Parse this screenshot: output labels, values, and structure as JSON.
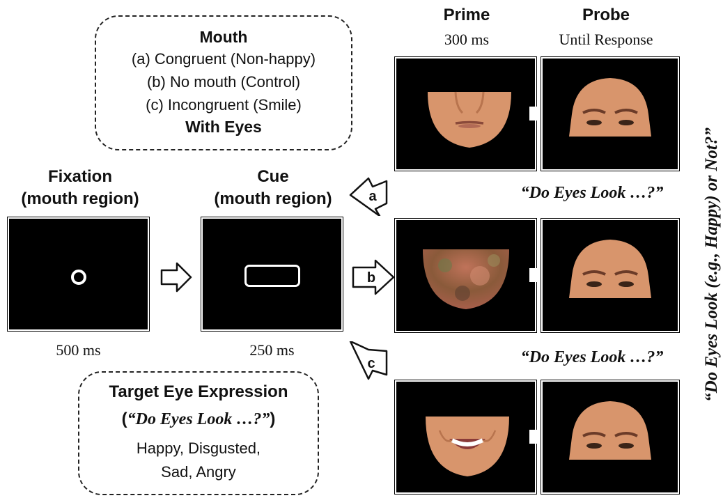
{
  "mouth_box": {
    "title": "Mouth",
    "lines": [
      "(a) Congruent (Non-happy)",
      "(b) No mouth (Control)",
      "(c) Incongruent (Smile)"
    ],
    "footer": "With Eyes"
  },
  "fixation": {
    "title_line1": "Fixation",
    "title_line2": "(mouth region)",
    "duration": "500 ms"
  },
  "cue": {
    "title_line1": "Cue",
    "title_line2": "(mouth region)",
    "duration": "250 ms"
  },
  "prime": {
    "title": "Prime",
    "duration": "300 ms"
  },
  "probe": {
    "title": "Probe",
    "duration": "Until Response"
  },
  "conditions": [
    {
      "label": "a",
      "question": "“Do Eyes Look …?”"
    },
    {
      "label": "b",
      "question": "“Do Eyes Look …?”"
    },
    {
      "label": "c"
    }
  ],
  "target_box": {
    "title": "Target Eye Expression",
    "question_open": "(",
    "question": "“Do Eyes Look …?”",
    "question_close": ")",
    "line1": "Happy, Disgusted,",
    "line2": "Sad, Angry"
  },
  "side_question": "“Do Eyes Look (e.g., Happy) or Not?”",
  "colors": {
    "skin": "#d9946a",
    "skin_dark": "#b8744e",
    "panel": "#000000"
  }
}
